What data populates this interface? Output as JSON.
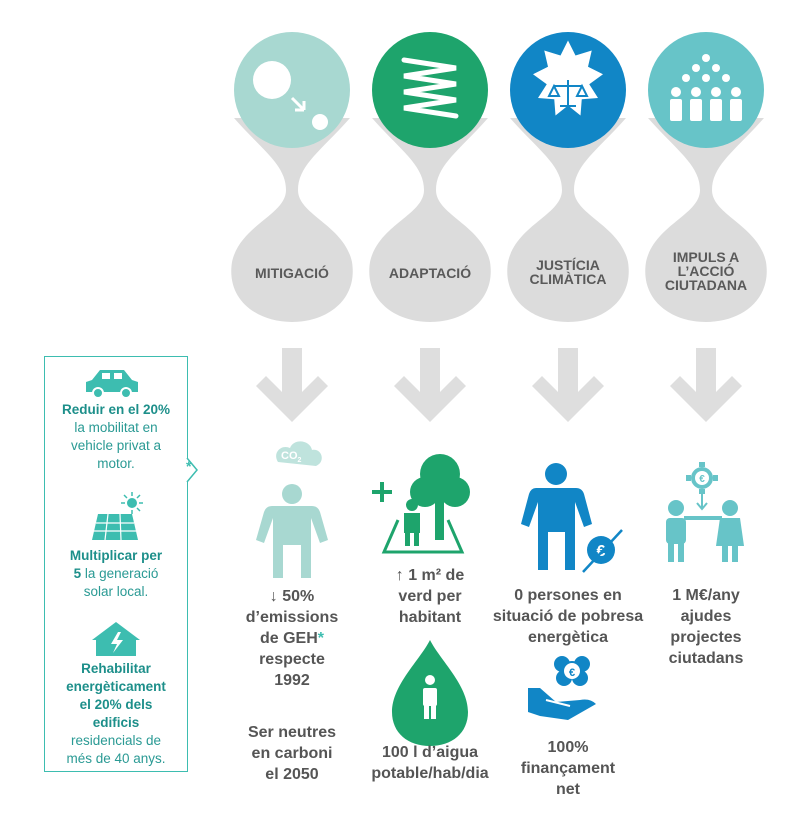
{
  "pillars": [
    {
      "label_line1": "MITIGACIÓ",
      "label_line2": "",
      "label_line3": "",
      "color": "#a8d8d1"
    },
    {
      "label_line1": "ADAPTACIÓ",
      "label_line2": "",
      "label_line3": "",
      "color": "#1ea46c"
    },
    {
      "label_line1": "JUSTÍCIA",
      "label_line2": "CLIMÀTICA",
      "label_line3": "",
      "color": "#1186c6"
    },
    {
      "label_line1": "IMPULS A",
      "label_line2": "L’ACCIÓ",
      "label_line3": "CIUTADANA",
      "color": "#67c4c8"
    }
  ],
  "icons": {
    "co2_text": "CO",
    "co2_sub": "2"
  },
  "mitigation": {
    "line1": "↓ 50%",
    "line2": "d’emissions",
    "line3_pre": "de GEH",
    "line3_star": "*",
    "line4": "respecte",
    "line5": "1992",
    "goal_line1": "Ser neutres",
    "goal_line2": "en carboni",
    "goal_line3": "el 2050"
  },
  "adaptation": {
    "line1": "↑ 1 m² de",
    "line2": "verd per",
    "line3": "habitant",
    "water_line1": "100 l d’aigua",
    "water_line2": "potable/hab/dia"
  },
  "justice": {
    "line1": "0 persones en",
    "line2": "situació de pobresa",
    "line3": "energètica",
    "fin_line1": "100%",
    "fin_line2": "finançament",
    "fin_line3": "net"
  },
  "citizen": {
    "line1": "1 M€/any",
    "line2": "ajudes",
    "line3": "projectes",
    "line4": "ciutadans"
  },
  "sidebar": {
    "star": "*",
    "item1_bold": "Reduir en el 20%",
    "item1_line2": "la mobilitat en",
    "item1_line3": "vehicle privat a",
    "item1_line4": "motor.",
    "item2_bold": "Multiplicar per",
    "item2_bold2": "5",
    "item2_rest": " la generació",
    "item2_line3": "solar local.",
    "item3_bold1": "Rehabilitar",
    "item3_bold2": "energèticament",
    "item3_bold3": "el 20% dels",
    "item3_bold4": "edificis",
    "item3_line5": "residencials de",
    "item3_line6": "més de 40 anys."
  }
}
